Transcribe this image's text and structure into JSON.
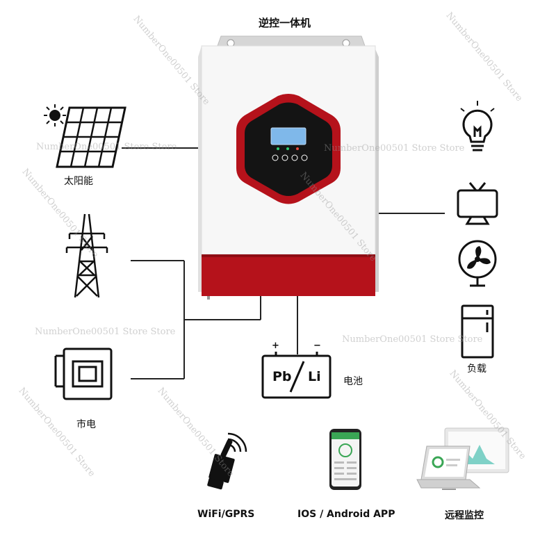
{
  "title": "逆控一体机",
  "inputs": {
    "solar_label": "太阳能",
    "grid_label": "市电"
  },
  "battery": {
    "plus": "+",
    "minus": "−",
    "pb": "Pb",
    "li": "Li",
    "label": "电池"
  },
  "load": {
    "label": "负载"
  },
  "monitoring": {
    "wifi_label": "WiFi/GPRS",
    "app_label": "IOS / Android APP",
    "remote_label": "远程监控"
  },
  "watermark": "NumberOne00501 Store Store",
  "watermark_short": "NumberOne00501 Store",
  "colors": {
    "inverter_red": "#b5121b",
    "line": "#222222",
    "phone_green": "#3aa655",
    "screen_blue": "#7fb8ea"
  }
}
